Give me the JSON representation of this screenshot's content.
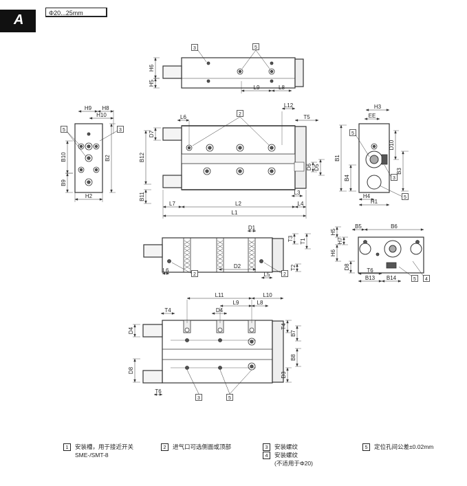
{
  "header": {
    "section_letter": "A",
    "size_range": "Φ20...25mm"
  },
  "callouts": [
    "1",
    "2",
    "3",
    "4",
    "5"
  ],
  "dimensions": {
    "top_view": [
      "H6",
      "H5",
      "L9",
      "L8"
    ],
    "front_view": [
      "L6",
      "L12",
      "T5",
      "D7",
      "B12",
      "D6",
      "D5",
      "B11",
      "L7",
      "L2",
      "L3",
      "L4",
      "L1"
    ],
    "left_view": [
      "H9",
      "H8",
      "H10",
      "B10",
      "B2",
      "B9",
      "H2"
    ],
    "right_view": [
      "H3",
      "EE",
      "D10",
      "B1",
      "B4",
      "B3",
      "H4",
      "H1"
    ],
    "middle_view": [
      "D1",
      "T3",
      "T1",
      "L6",
      "D2",
      "L5",
      "T2"
    ],
    "end_view": [
      "H5",
      "B5",
      "B6",
      "H7",
      "H6",
      "D8",
      "T6",
      "B13",
      "B14"
    ],
    "bottom_view": [
      "L11",
      "L10",
      "L9",
      "L8",
      "T4",
      "D4",
      "D4",
      "T4",
      "B7",
      "B8",
      "D8",
      "D3",
      "T6"
    ]
  },
  "notes": [
    {
      "num": "1",
      "lines": [
        "安装槽，用于接近开关",
        "SME-/SMT-8"
      ]
    },
    {
      "num": "2",
      "lines": [
        "进气口可选侧面或顶部"
      ]
    },
    {
      "num": "3",
      "lines": [
        "安装螺纹"
      ]
    },
    {
      "num": "4",
      "lines": [
        "安装螺纹",
        "(不适用于Φ20)"
      ]
    },
    {
      "num": "5",
      "lines": [
        "定位孔间公差±0.02mm"
      ]
    }
  ]
}
